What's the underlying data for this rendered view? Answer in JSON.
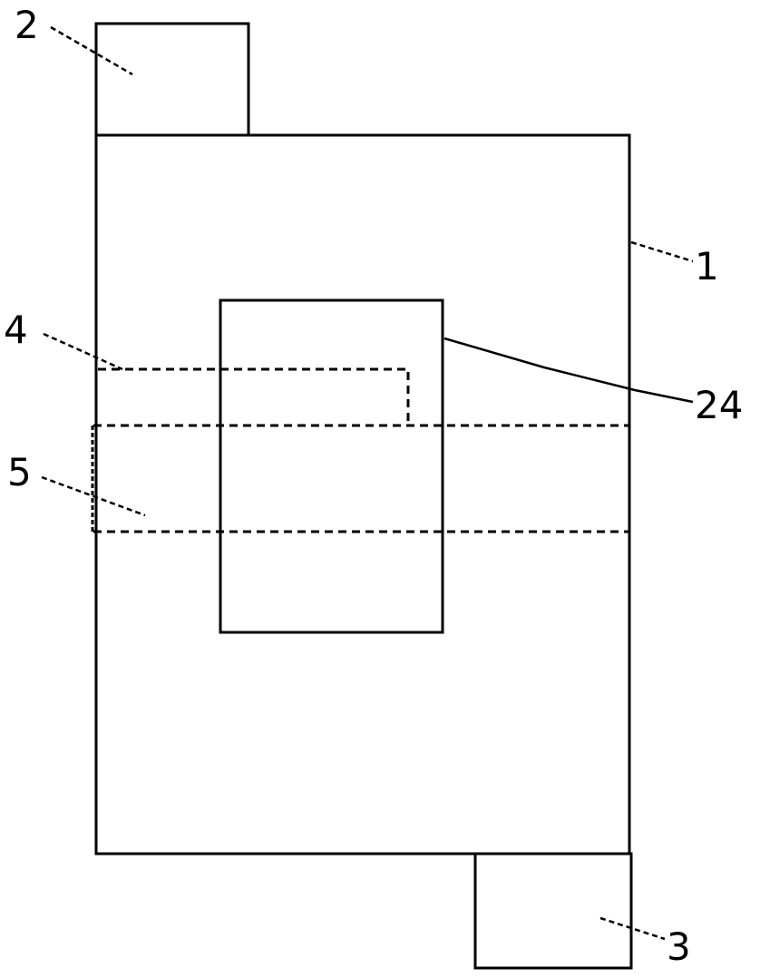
{
  "diagram": {
    "labels": {
      "main_body": "1",
      "top_block": "2",
      "bottom_block": "3",
      "upper_dashed_region": "4",
      "lower_dashed_region": "5",
      "center_window": "24"
    },
    "colors": {
      "stroke": "#000000",
      "background": "#ffffff"
    }
  }
}
